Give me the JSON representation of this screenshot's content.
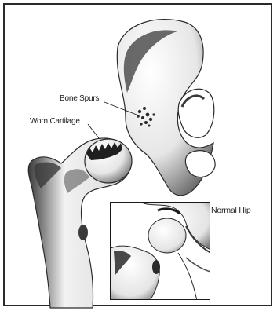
{
  "labels": {
    "bone_spurs": "Bone Spurs",
    "worn_cartilage": "Worn Cartilage",
    "normal_hip": "Normal Hip"
  },
  "colors": {
    "ink": "#1a1a1a",
    "bone_shade": "#4a4a4a",
    "bone_light": "#d9d9d9"
  },
  "icons": {
    "pelvis": "pelvis-bone-illustration",
    "femur": "femur-head-illustration",
    "inset": "normal-hip-joint-illustration"
  }
}
